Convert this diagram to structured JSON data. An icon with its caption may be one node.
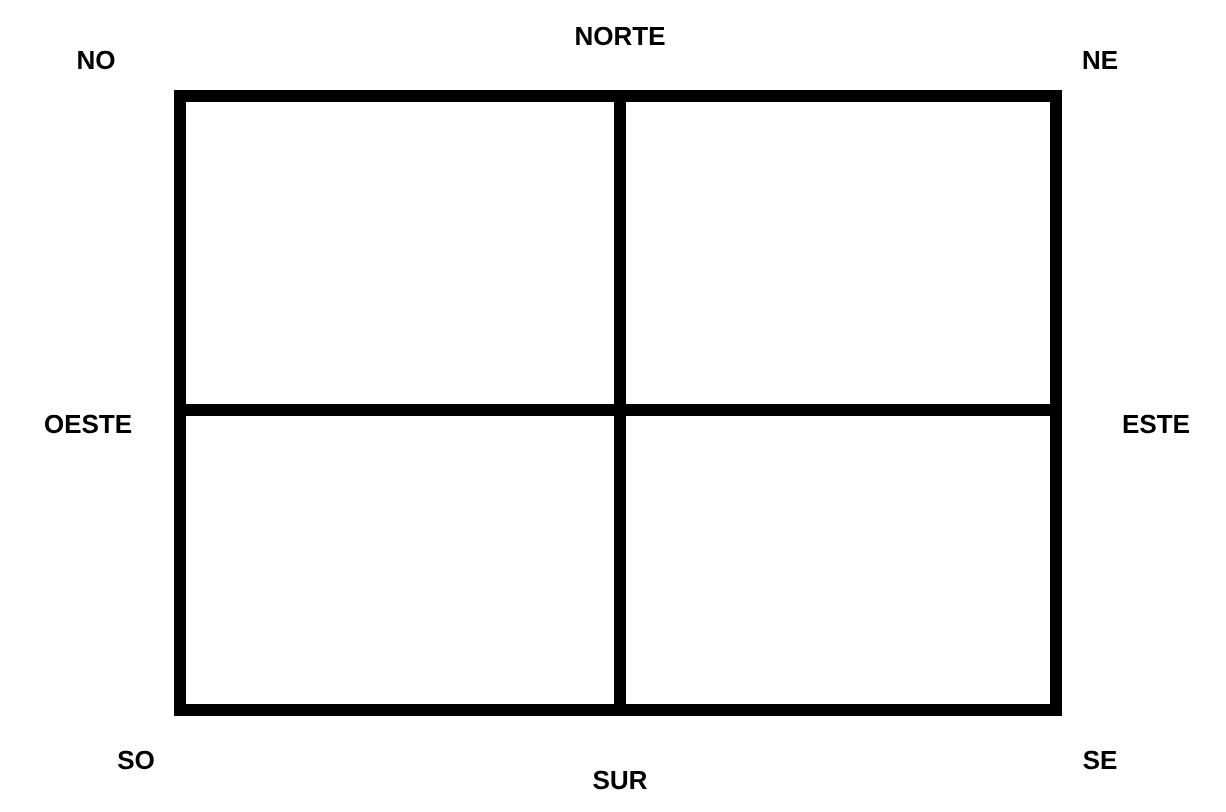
{
  "diagram": {
    "labels": [
      "NO",
      "NORTE",
      "NE",
      "OESTE",
      "ESTE",
      "SO",
      "SUR",
      "SE"
    ]
  }
}
